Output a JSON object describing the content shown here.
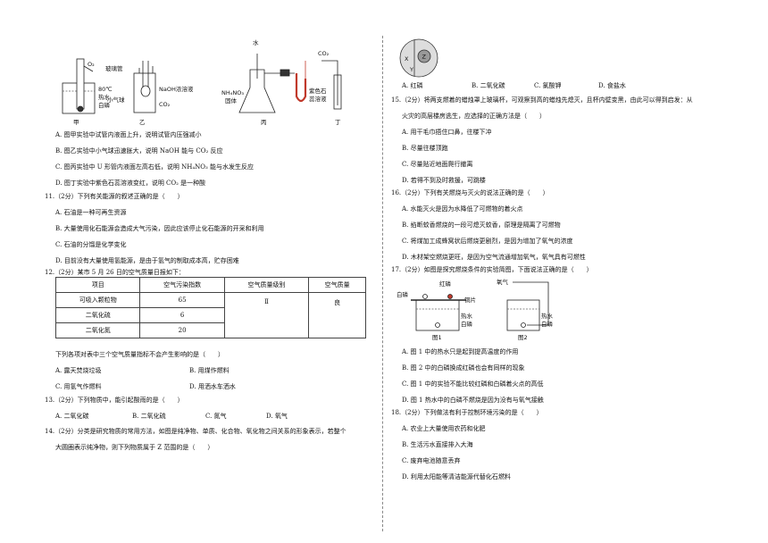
{
  "fig10": {
    "o2": "O₂",
    "hot80": "80℃",
    "hotwater": "热水",
    "whitep": "白磷",
    "jia": "甲",
    "glass": "玻璃管",
    "naoh": "NaOH浓溶液",
    "balloon": "小气球",
    "co2": "CO₂",
    "yi": "乙",
    "water": "水",
    "nh4no3a": "NH₄NO₃",
    "nh4no3b": "固体",
    "bing": "丙",
    "co2top": "CO₂",
    "litmusa": "紫色石",
    "litmusb": "蕊溶液",
    "ding": "丁"
  },
  "q10": {
    "A": "A. 图甲实验中试管内液面上升，说明试管内压强减小",
    "B": "B. 图乙实验中小气球迅速胀大，说明 NaOH 能与 CO₂ 反应",
    "C": "C. 图丙实验中 U 形管内液面左高右低，说明 NH₄NO₃ 能与水发生反应",
    "D": "D. 图丁实验中紫色石蕊溶液变红，说明 CO₂ 是一种酸"
  },
  "q11": {
    "stem": "11.（2分）下列有关能源的叙述正确的是（　　）",
    "A": "A. 石油是一种可再生资源",
    "B": "B. 大量使用化石能源会造成大气污染，因此应该停止化石能源的开采和利用",
    "C": "C. 石油的分馏是化学变化",
    "D": "D. 目前没有大量使用氢能源，是由于氢气的制取成本高，贮存困难"
  },
  "q12": {
    "stem": "12.（2分）某市 5 月 26 日的空气质量日报如下：",
    "headers": [
      "项目",
      "空气污染指数",
      "空气质量级别",
      "空气质量"
    ],
    "rows": [
      [
        "可吸入颗粒物",
        "65"
      ],
      [
        "二氧化硫",
        "6"
      ],
      [
        "二氧化氮",
        "20"
      ]
    ],
    "level": "Ⅱ",
    "quality": "良",
    "question": "下列各项对表中三个空气质量指标不会产生影响的是（　　）",
    "A": "A. 露天焚烧垃圾",
    "B": "B. 用煤作燃料",
    "C": "C. 用氢气作燃料",
    "D": "D. 用洒水车洒水"
  },
  "q13": {
    "stem": "13.（2分）下列物质中，能引起酸雨的是（　　）",
    "A": "A. 二氧化碳",
    "B": "B. 二氧化硫",
    "C": "C. 氮气",
    "D": "D. 氧气"
  },
  "q14": {
    "stem1": "14.（2分）分类是研究物质的常用方法，如图是纯净物、单质、化合物、氧化物之间关系的形象表示，若整个",
    "stem2": "大圆圈表示纯净物，则下列物质属于 Z 范围的是（　　）",
    "X": "X",
    "Y": "Y",
    "Z": "Z",
    "A": "A. 红磷",
    "B": "B. 二氧化碳",
    "C": "C. 氯酸钾",
    "D": "D. 食盐水"
  },
  "q15": {
    "stem1": "15.（2分）将两支燃着的蜡烛罩上玻璃杯，可观察到高的蜡烛先熄灭，且杯内壁变黑，由此可以得到启发：从",
    "stem2": "火灾的高层楼房逃生，应选择的正确方法是（　　）",
    "A": "A. 用干毛巾捂住口鼻，往楼下冲",
    "B": "B. 尽量往楼顶跑",
    "C": "C. 尽量贴近地面爬行撤离",
    "D": "D. 若得不到及时救援，可跳楼"
  },
  "q16": {
    "stem": "16.（2分）下列有关燃烧与灭火的说法正确的是（　　）",
    "A": "A. 水能灭火是因为水降低了可燃物的着火点",
    "B": "B. 掐断蚊香燃烧的一段可熄灭蚊香，原理是隔离了可燃物",
    "C": "C. 将煤加工成蜂窝状后燃烧更剧烈，是因为增加了氧气的浓度",
    "D": "D. 木材架空燃烧更旺，是因为空气流通增加氧气，氧气具有可燃性"
  },
  "q17": {
    "stem": "17.（2分）如图是探究燃烧条件的实验简图，下面说法正确的是（　　）",
    "redp": "红磷",
    "whitep": "白磷",
    "copper": "铜片",
    "hotwater": "热水",
    "whitep2": "白磷",
    "oxygen": "氧气",
    "hotwater2": "热水",
    "whitep3": "白磷",
    "fig1": "图1",
    "fig2": "图2",
    "A": "A. 图 1 中的热水只是起到提高温度的作用",
    "B": "B. 图 2 中的白磷换成红磷也会有同样的现象",
    "C": "C. 图 1 中的实验不能比较红磷和白磷着火点的高低",
    "D": "D. 图 1 热水中的白磷不燃烧是因为没有与氧气接触"
  },
  "q18": {
    "stem": "18.（2分）下列做法有利于控制环境污染的是（　　）",
    "A": "A. 农业上大量使用农药和化肥",
    "B": "B. 生活污水直接排入大海",
    "C": "C. 废弃电池随意丢弃",
    "D": "D. 利用太阳能等清洁能源代替化石燃料"
  }
}
